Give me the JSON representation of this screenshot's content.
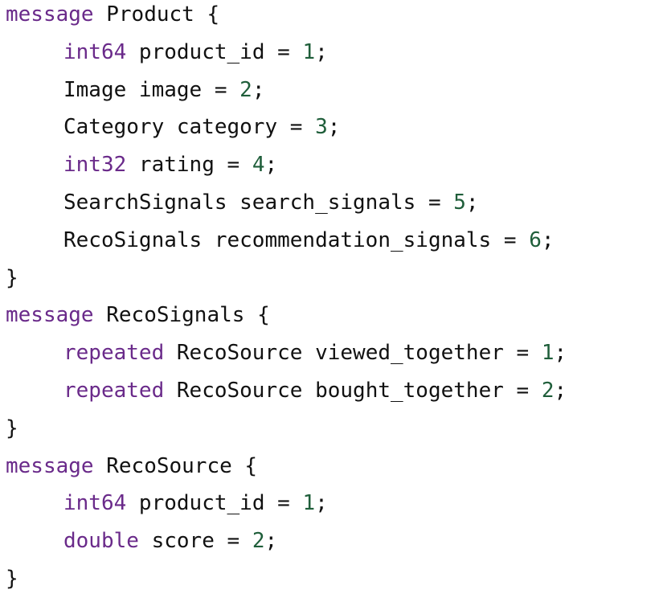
{
  "colors": {
    "keyword": "#6a2a8a",
    "number": "#1f5e3a",
    "text": "#111111",
    "background": "#ffffff"
  },
  "lines": [
    {
      "indent": false,
      "parts": [
        {
          "t": "message",
          "k": "kw"
        },
        {
          "t": " Product {",
          "k": ""
        }
      ]
    },
    {
      "indent": true,
      "parts": [
        {
          "t": "int64",
          "k": "kw"
        },
        {
          "t": " product_id = ",
          "k": ""
        },
        {
          "t": "1",
          "k": "num"
        },
        {
          "t": ";",
          "k": ""
        }
      ]
    },
    {
      "indent": true,
      "parts": [
        {
          "t": "Image image = ",
          "k": ""
        },
        {
          "t": "2",
          "k": "num"
        },
        {
          "t": ";",
          "k": ""
        }
      ]
    },
    {
      "indent": true,
      "parts": [
        {
          "t": "Category category = ",
          "k": ""
        },
        {
          "t": "3",
          "k": "num"
        },
        {
          "t": ";",
          "k": ""
        }
      ]
    },
    {
      "indent": true,
      "parts": [
        {
          "t": "int32",
          "k": "kw"
        },
        {
          "t": " rating = ",
          "k": ""
        },
        {
          "t": "4",
          "k": "num"
        },
        {
          "t": ";",
          "k": ""
        }
      ]
    },
    {
      "indent": true,
      "parts": [
        {
          "t": "SearchSignals search_signals = ",
          "k": ""
        },
        {
          "t": "5",
          "k": "num"
        },
        {
          "t": ";",
          "k": ""
        }
      ]
    },
    {
      "indent": true,
      "parts": [
        {
          "t": "RecoSignals recommendation_signals = ",
          "k": ""
        },
        {
          "t": "6",
          "k": "num"
        },
        {
          "t": ";",
          "k": ""
        }
      ]
    },
    {
      "indent": false,
      "parts": [
        {
          "t": "}",
          "k": ""
        }
      ]
    },
    {
      "indent": false,
      "parts": [
        {
          "t": "message",
          "k": "kw"
        },
        {
          "t": " RecoSignals {",
          "k": ""
        }
      ]
    },
    {
      "indent": true,
      "parts": [
        {
          "t": "repeated",
          "k": "kw"
        },
        {
          "t": " RecoSource viewed_together = ",
          "k": ""
        },
        {
          "t": "1",
          "k": "num"
        },
        {
          "t": ";",
          "k": ""
        }
      ]
    },
    {
      "indent": true,
      "parts": [
        {
          "t": "repeated",
          "k": "kw"
        },
        {
          "t": " RecoSource bought_together = ",
          "k": ""
        },
        {
          "t": "2",
          "k": "num"
        },
        {
          "t": ";",
          "k": ""
        }
      ]
    },
    {
      "indent": false,
      "parts": [
        {
          "t": "}",
          "k": ""
        }
      ]
    },
    {
      "indent": false,
      "parts": [
        {
          "t": "message",
          "k": "kw"
        },
        {
          "t": " RecoSource {",
          "k": ""
        }
      ]
    },
    {
      "indent": true,
      "parts": [
        {
          "t": "int64",
          "k": "kw"
        },
        {
          "t": " product_id = ",
          "k": ""
        },
        {
          "t": "1",
          "k": "num"
        },
        {
          "t": ";",
          "k": ""
        }
      ]
    },
    {
      "indent": true,
      "parts": [
        {
          "t": "double",
          "k": "kw"
        },
        {
          "t": " score = ",
          "k": ""
        },
        {
          "t": "2",
          "k": "num"
        },
        {
          "t": ";",
          "k": ""
        }
      ]
    },
    {
      "indent": false,
      "parts": [
        {
          "t": "}",
          "k": ""
        }
      ]
    }
  ]
}
